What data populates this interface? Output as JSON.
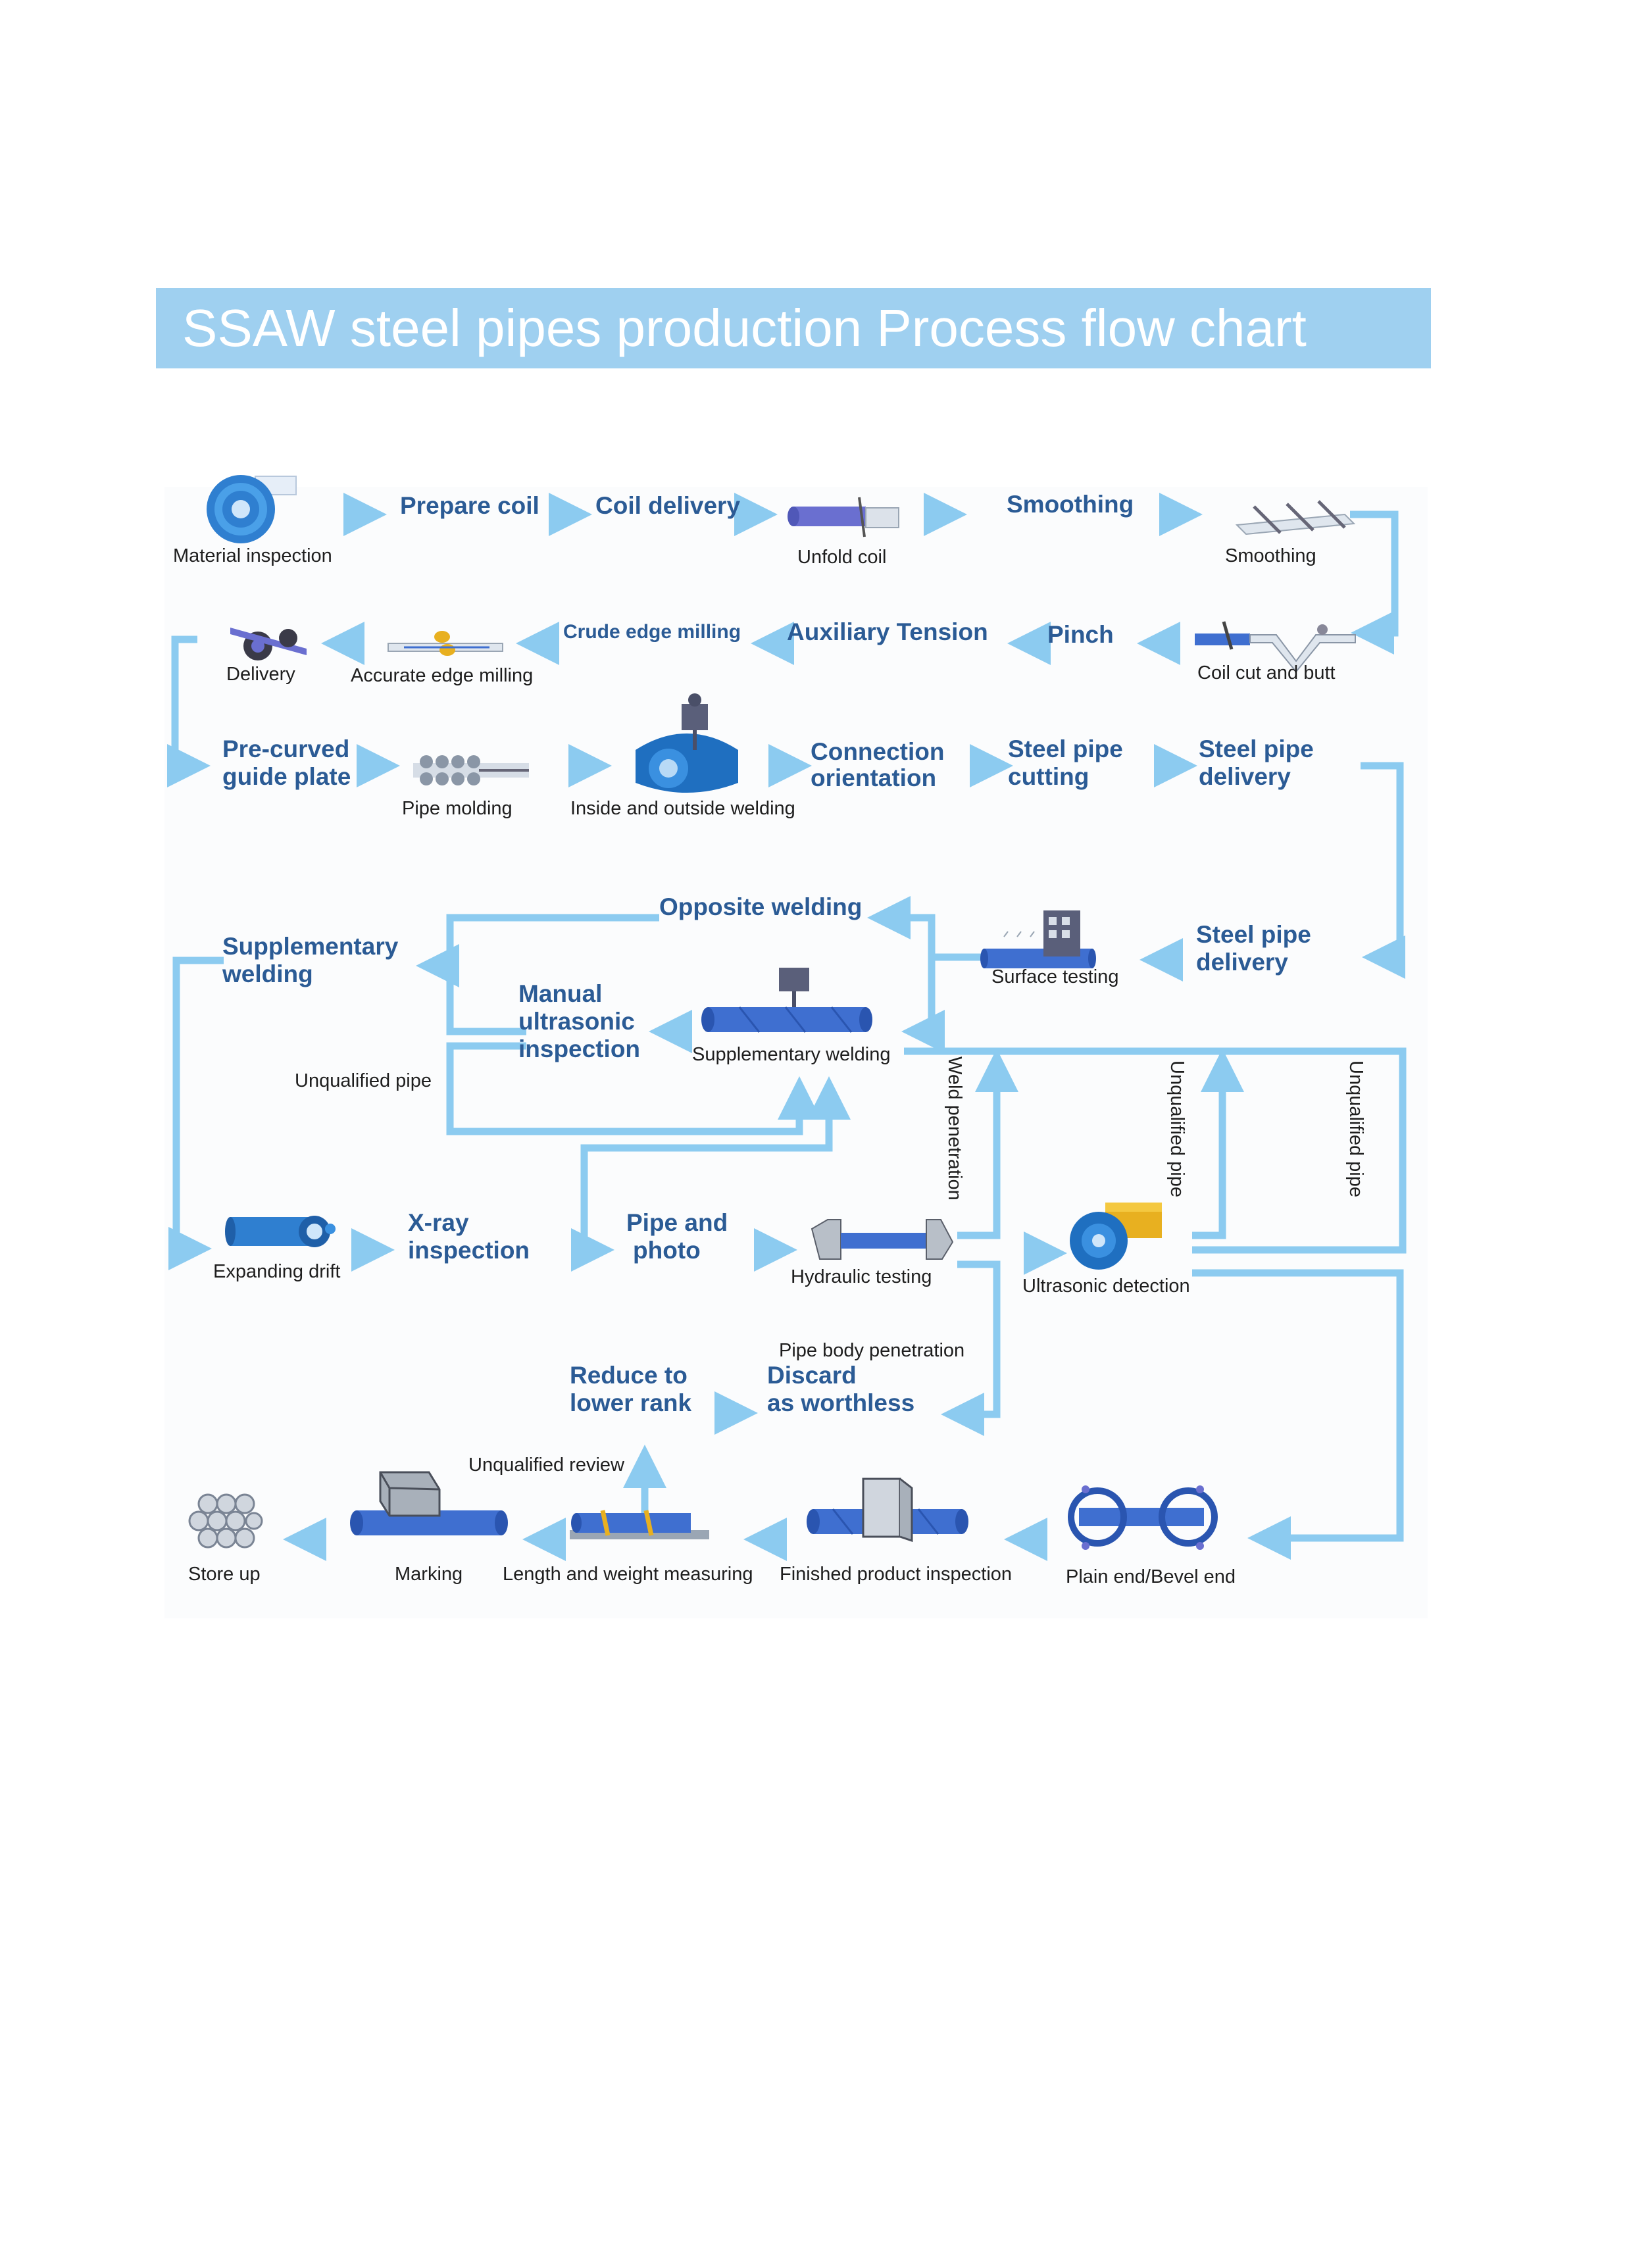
{
  "title": "SSAW steel pipes production Process flow chart",
  "colors": {
    "banner": "#9fd0f0",
    "connector": "#8ccbf0",
    "step_text": "#2b5b95",
    "caption_text": "#1e1e1e",
    "pipe": "#3f6fd0"
  },
  "steps": {
    "prepare_coil": "Prepare coil",
    "coil_delivery": "Coil delivery",
    "smoothing": "Smoothing",
    "pinch": "Pinch",
    "auxiliary_tension": "Auxiliary Tension",
    "crude_edge_milling": "Crude edge milling",
    "pre_curved_1": "Pre-curved",
    "pre_curved_2": "guide plate",
    "connection_1": "Connection",
    "connection_2": "orientation",
    "cutting_1": "Steel pipe",
    "cutting_2": "cutting",
    "delivery1_1": "Steel pipe",
    "delivery1_2": "delivery",
    "delivery2_1": "Steel pipe",
    "delivery2_2": "delivery",
    "opposite_welding": "Opposite welding",
    "supp_welding_1": "Supplementary",
    "supp_welding_2": "welding",
    "manual_1": "Manual",
    "manual_2": "ultrasonic",
    "manual_3": "inspection",
    "xray_1": "X-ray",
    "xray_2": "inspection",
    "photo_1": "Pipe and",
    "photo_2": "photo",
    "reduce_1": "Reduce to",
    "reduce_2": "lower rank",
    "discard_1": "Discard",
    "discard_2": "as worthless"
  },
  "captions": {
    "material_inspection": "Material inspection",
    "unfold_coil": "Unfold coil",
    "smoothing": "Smoothing",
    "coil_cut_butt": "Coil cut and butt",
    "accurate_edge_milling": "Accurate edge milling",
    "delivery": "Delivery",
    "pipe_molding": "Pipe molding",
    "inside_outside_welding": "Inside and outside welding",
    "surface_testing": "Surface testing",
    "supplementary_welding": "Supplementary welding",
    "unqualified_pipe_left": "Unqualified pipe",
    "weld_penetration": "Weld penetration",
    "unqualified_pipe_mid": "Unqualified pipe",
    "unqualified_pipe_right": "Unqualified pipe",
    "expanding_drift": "Expanding drift",
    "hydraulic_testing": "Hydraulic testing",
    "ultrasonic_detection": "Ultrasonic detection",
    "pipe_body_penetration": "Pipe body penetration",
    "unqualified_review": "Unqualified review",
    "store_up": "Store up",
    "marking": "Marking",
    "length_weight": "Length and weight measuring",
    "finished_inspection": "Finished product inspection",
    "plain_bevel_end": "Plain end/Bevel end"
  },
  "icons": [
    "coil-roll-icon",
    "unfold-coil-icon",
    "smoothing-rollers-icon",
    "coil-cut-butt-icon",
    "accurate-milling-icon",
    "delivery-rollers-icon",
    "pipe-molding-icon",
    "welding-machine-icon",
    "surface-testing-icon",
    "supplementary-welding-icon",
    "expanding-drift-icon",
    "hydraulic-testing-icon",
    "ultrasonic-detection-icon",
    "store-up-icon",
    "marking-icon",
    "length-weight-icon",
    "finished-inspection-icon",
    "plain-bevel-end-icon"
  ]
}
